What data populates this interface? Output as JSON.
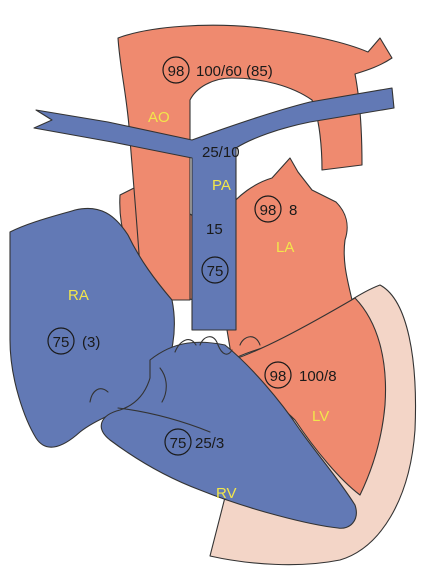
{
  "colors": {
    "oxygenated": "#ef8a6f",
    "deoxygenated": "#6279b5",
    "myocardium": "#f3d5c7",
    "label": "#f2e64b",
    "ink": "#1a1a1a"
  },
  "chambers": {
    "ao": "AO",
    "pa": "PA",
    "la": "LA",
    "ra": "RA",
    "lv": "LV",
    "rv": "RV"
  },
  "saturations": {
    "ao": "98",
    "la": "98",
    "lv": "98",
    "pa": "75",
    "ra": "75",
    "rv": "75"
  },
  "pressures": {
    "ao": "100/60 (85)",
    "pa": "25/10",
    "pa_mean": "15",
    "la": "8",
    "ra": "(3)",
    "lv": "100/8",
    "rv": "25/3"
  }
}
